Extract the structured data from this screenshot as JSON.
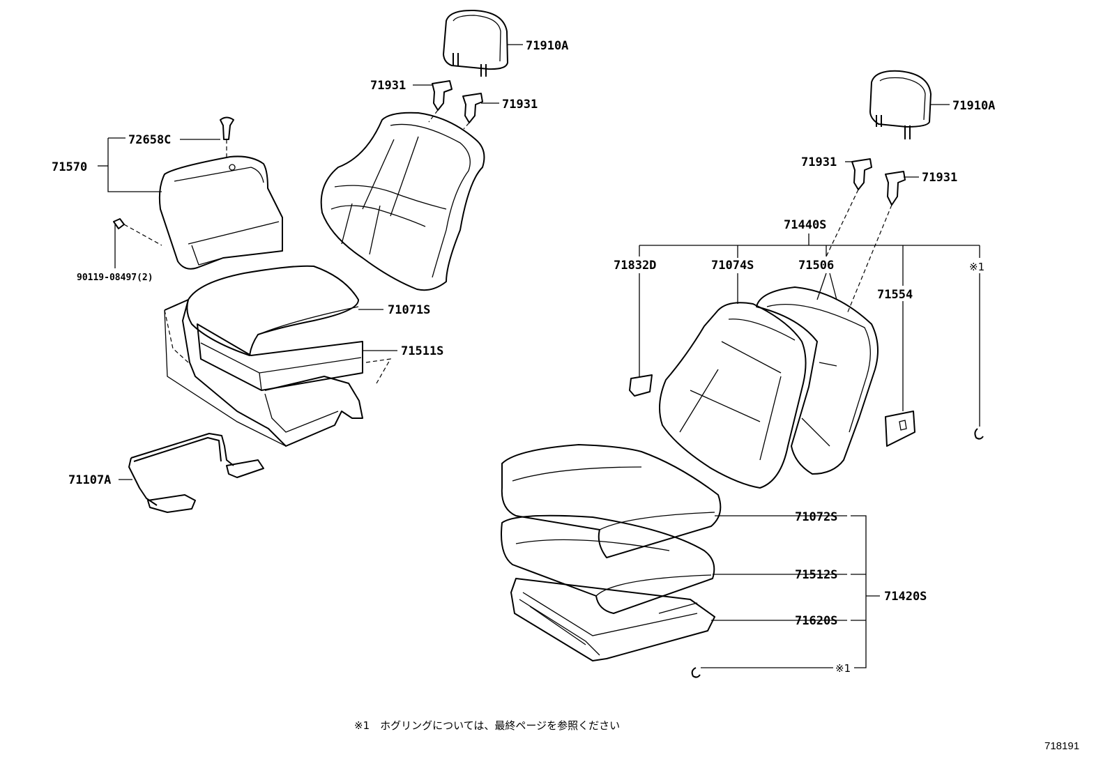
{
  "labels": {
    "p71910A_left": "71910A",
    "p71931_left_a": "71931",
    "p71931_left_b": "71931",
    "p72658C": "72658C",
    "p71570": "71570",
    "p90119": "90119-08497(2)",
    "p71071S": "71071S",
    "p71511S": "71511S",
    "p71107A": "71107A",
    "p71910A_right": "71910A",
    "p71931_right_a": "71931",
    "p71931_right_b": "71931",
    "p71440S": "71440S",
    "p71832D": "71832D",
    "p71074S": "71074S",
    "p71506": "71506",
    "p71554": "71554",
    "ref1_top": "※1",
    "p71072S": "71072S",
    "p71512S": "71512S",
    "p71420S": "71420S",
    "p71620S": "71620S",
    "ref1_bottom": "※1"
  },
  "footnote": "※1　ホグリングについては、最終ページを参照ください",
  "diagram_id": "718191"
}
